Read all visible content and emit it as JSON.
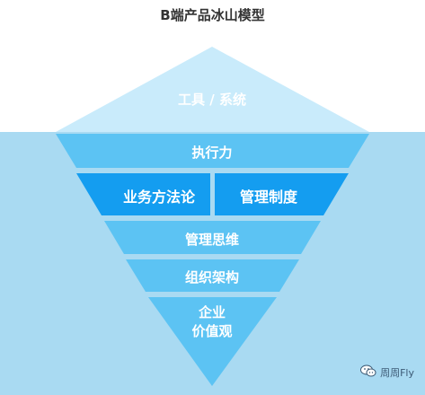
{
  "title": "B端产品冰山模型",
  "layers": {
    "tip": "工具 / 系统",
    "execution": "执行力",
    "methodology": "业务方法论",
    "management": "管理制度",
    "thinking": "管理思维",
    "structure": "组织架构",
    "values_line1": "企业",
    "values_line2": "价值观"
  },
  "watermark": "周周Fly",
  "colors": {
    "tip_fill": "#c9ebfb",
    "water": "#a9daf2",
    "layer_fill": "#5cc3f3",
    "highlight_fill": "#149df0",
    "text": "#ffffff",
    "title_text": "#333333"
  },
  "icons": {
    "watermark": "wechat-icon"
  }
}
